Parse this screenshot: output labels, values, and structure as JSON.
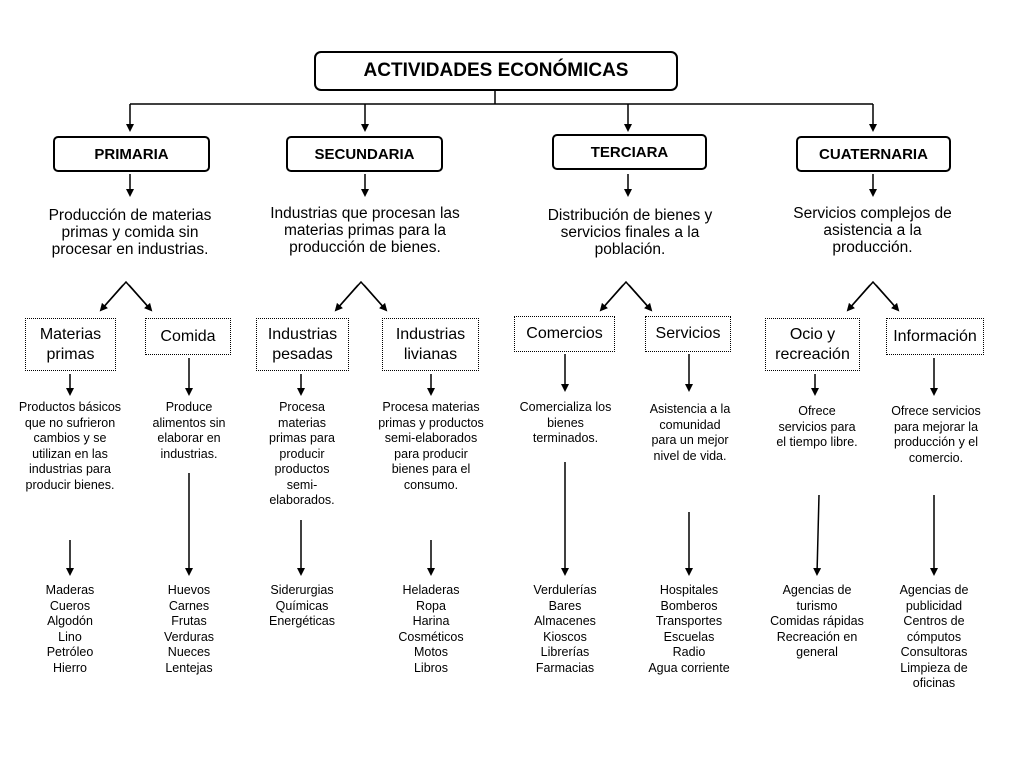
{
  "title": "ACTIVIDADES ECONÓMICAS",
  "sectors": [
    {
      "name": "PRIMARIA",
      "description": "Producción de materias primas y comida sin procesar en industrias.",
      "categories": [
        {
          "name": "Materias primas",
          "detail": "Productos básicos que no sufrieron cambios y se utilizan en las industrias para producir bienes.",
          "examples": [
            "Maderas",
            "Cueros",
            "Algodón",
            "Lino",
            "Petróleo",
            "Hierro"
          ]
        },
        {
          "name": "Comida",
          "detail": "Produce alimentos sin elaborar en industrias.",
          "examples": [
            "Huevos",
            "Carnes",
            "Frutas",
            "Verduras",
            "Nueces",
            "Lentejas"
          ]
        }
      ]
    },
    {
      "name": "SECUNDARIA",
      "description": "Industrias que procesan las materias primas para la producción de bienes.",
      "categories": [
        {
          "name": "Industrias pesadas",
          "detail": "Procesa materias primas para producir productos semi-elaborados.",
          "examples": [
            "Siderurgias",
            "Químicas",
            "Energéticas"
          ]
        },
        {
          "name": "Industrias livianas",
          "detail": "Procesa materias primas y productos semi-elaborados para producir bienes para el consumo.",
          "examples": [
            "Heladeras",
            "Ropa",
            "Harina",
            "Cosméticos",
            "Motos",
            "Libros"
          ]
        }
      ]
    },
    {
      "name": "TERCIARA",
      "description": "Distribución de bienes y servicios finales a la población.",
      "categories": [
        {
          "name": "Comercios",
          "detail": "Comercializa los bienes terminados.",
          "examples": [
            "Verdulerías",
            "Bares",
            "Almacenes",
            "Kioscos",
            "Librerías",
            "Farmacias"
          ]
        },
        {
          "name": "Servicios",
          "detail": "Asistencia a la comunidad para un mejor nivel de vida.",
          "examples": [
            "Hospitales",
            "Bomberos",
            "Transportes",
            "Escuelas",
            "Radio",
            "Agua corriente"
          ]
        }
      ]
    },
    {
      "name": "CUATERNARIA",
      "description": "Servicios complejos de asistencia a la producción.",
      "categories": [
        {
          "name": "Ocio y recreación",
          "detail": "Ofrece servicios para el tiempo libre.",
          "examples": [
            "Agencias de turismo",
            "Comidas rápidas",
            "Recreación en general"
          ]
        },
        {
          "name": "Información",
          "detail": "Ofrece servicios para mejorar la producción y el comercio.",
          "examples": [
            "Agencias de publicidad",
            "Centros de cómputos",
            "Consultoras",
            "Limpieza de oficinas"
          ]
        }
      ]
    }
  ]
}
